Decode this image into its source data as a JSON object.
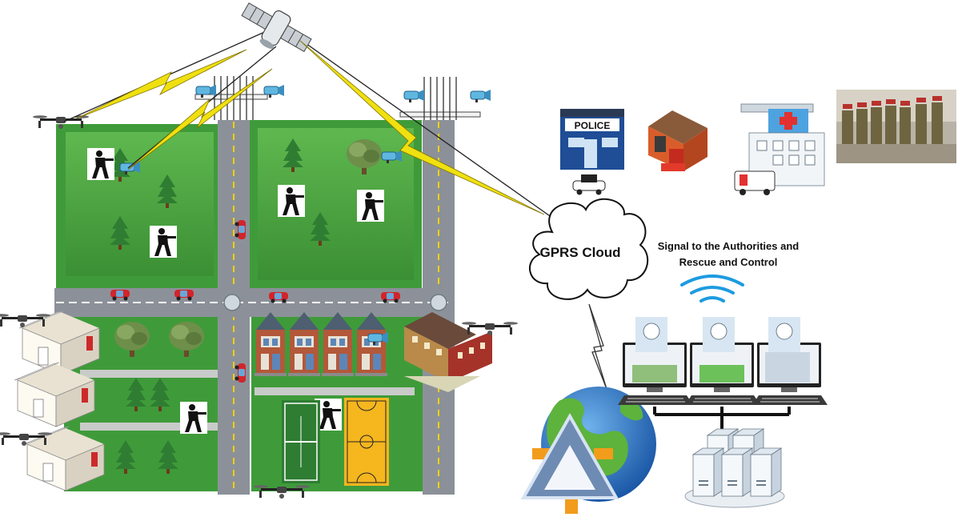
{
  "labels": {
    "cloud": "GPRS Cloud",
    "signal_line1": "Signal to the Authorities and",
    "signal_line2": "Rescue and Control",
    "police_sign": "POLICE"
  },
  "icons": {
    "satellite": "satellite-icon",
    "drone": "drone-icon",
    "cctv": "cctv-camera-icon",
    "police_station": "police-station-icon",
    "fire_station": "fire-station-icon",
    "hospital": "hospital-icon",
    "army": "army-troops-photo",
    "globe": "globe-icon",
    "wifi": "wifi-signal-icon",
    "server": "server-icon",
    "monitor": "monitor-icon"
  },
  "colors": {
    "grass_dark": "#3f9b3a",
    "grass_light": "#6cc15a",
    "road": "#8c9199",
    "lightning": "#f0e010",
    "cloud_fill": "#ffffff",
    "globe_ocean": "#1e6fc0",
    "globe_land": "#5db33c"
  }
}
